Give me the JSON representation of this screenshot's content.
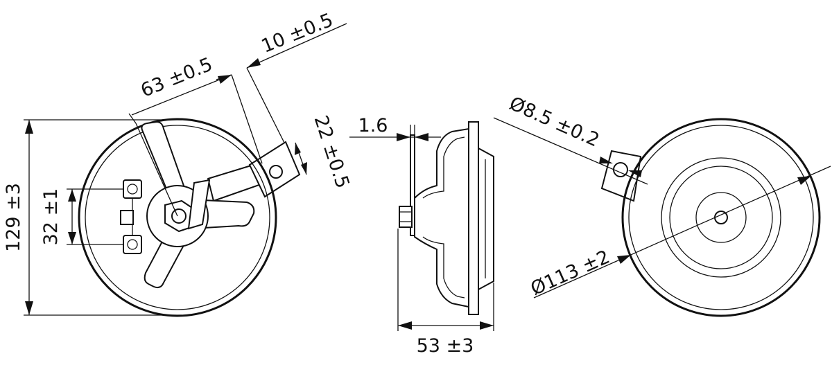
{
  "dimensions": {
    "total_height": "129 ±3",
    "terminal_spacing": "32 ±1",
    "bracket_length": "63 ±0.5",
    "bracket_width": "10 ±0.5",
    "bracket_hole_offset": "22 ±0.5",
    "plate_thickness": "1.6",
    "depth": "53 ±3",
    "hole_diameter": "Ø8.5 ±0.2",
    "outer_diameter": "Ø113 ±2"
  }
}
